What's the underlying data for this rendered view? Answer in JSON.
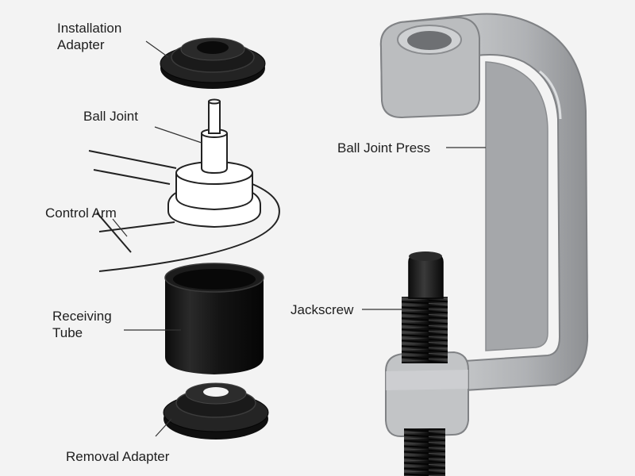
{
  "labels": {
    "installation_adapter": "Installation\nAdapter",
    "ball_joint": "Ball Joint",
    "control_arm": "Control Arm",
    "receiving_tube": "Receiving\nTube",
    "removal_adapter": "Removal Adapter",
    "ball_joint_press": "Ball Joint Press",
    "jackscrew": "Jackscrew"
  },
  "colors": {
    "background": "#f3f3f3",
    "frame_face": "#b3b5b7",
    "frame_edge": "#8b8d90",
    "frame_highlight": "#d6d8da",
    "black_part": "#181818",
    "line_art": "#222222",
    "leader_line": "#333333"
  },
  "icons": {
    "installation_adapter": "installation-adapter-icon",
    "ball_joint": "ball-joint-icon",
    "control_arm": "control-arm-icon",
    "receiving_tube": "receiving-tube-icon",
    "removal_adapter": "removal-adapter-icon",
    "press_frame": "c-frame-press-icon",
    "jackscrew": "jackscrew-icon"
  }
}
